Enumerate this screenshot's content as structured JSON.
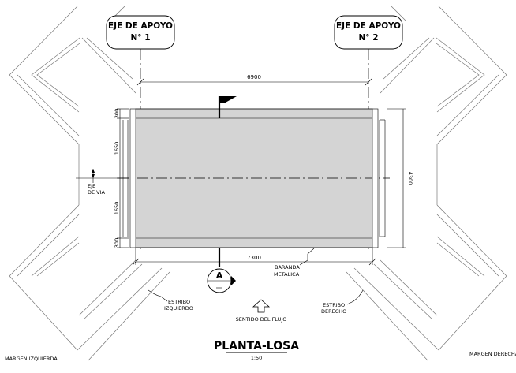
{
  "axes": {
    "support1": "EJE DE APOYO",
    "support1_num": "N° 1",
    "support2": "EJE DE APOYO",
    "support2_num": "N° 2"
  },
  "dimensions": {
    "top_span": "6900",
    "bottom_span": "7300",
    "right_width": "4300",
    "left_parts": [
      "300",
      "1650",
      "1650",
      "300"
    ]
  },
  "labels": {
    "road_axis_1": "EJE",
    "road_axis_2": "DE VIA",
    "railing_1": "BARANDA",
    "railing_2": "METALICA",
    "abut_left_1": "ESTRIBO",
    "abut_left_2": "IZQUIERDO",
    "abut_right_1": "ESTRIBO",
    "abut_right_2": "DERECHO",
    "flow": "SENTIDO DEL FLUJO",
    "bank_left": "MARGEN IZQUIERDA",
    "bank_right": "MARGEN DERECHA",
    "section": "A"
  },
  "title": {
    "main": "PLANTA-LOSA",
    "scale": "1:50"
  },
  "colors": {
    "slab_fill": "#d4d4d4"
  }
}
